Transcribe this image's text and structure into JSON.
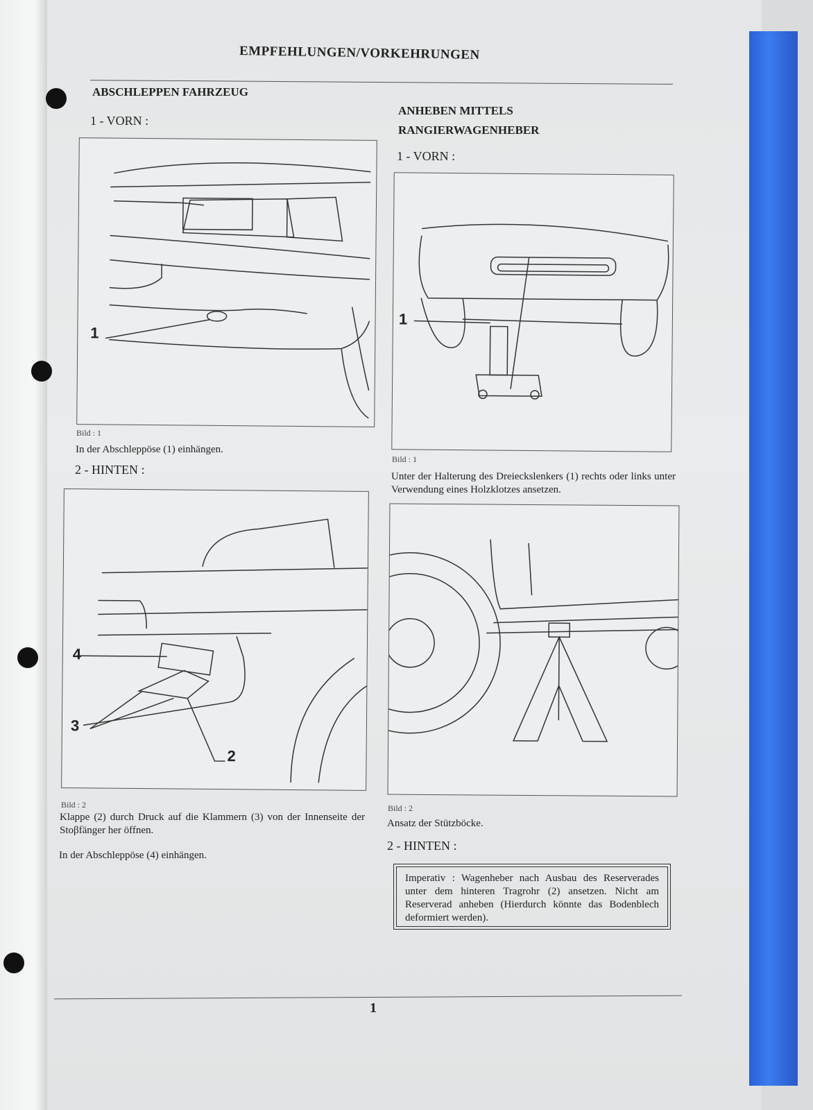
{
  "header": {
    "title": "EMPFEHLUNGEN/VORKEHRUNGEN"
  },
  "left": {
    "heading": "ABSCHLEPPEN FAHRZEUG",
    "front_label": "1 - VORN :",
    "fig1": {
      "caption": "Bild : 1",
      "callouts": [
        "1"
      ]
    },
    "text1": "In der Abschleppöse (1) einhängen.",
    "rear_label": "2 - HINTEN :",
    "fig2": {
      "caption": "Bild : 2",
      "callouts": [
        "4",
        "3",
        "2"
      ]
    },
    "text2": "Klappe (2) durch Druck auf die Klammern (3) von der Innenseite der Stoβfänger her öffnen.",
    "text3": "In der Abschleppöse (4) einhängen."
  },
  "right": {
    "heading_line1": "ANHEBEN MITTELS",
    "heading_line2": "RANGIERWAGENHEBER",
    "front_label": "1 - VORN :",
    "fig1": {
      "caption": "Bild : 1",
      "callouts": [
        "1"
      ]
    },
    "text1": "Unter der Halterung des Dreieckslenkers (1) rechts oder links unter Verwendung eines Holzklotzes ansetzen.",
    "fig2": {
      "caption": "Bild : 2"
    },
    "text2": "Ansatz der Stützböcke.",
    "rear_label": "2 - HINTEN :",
    "note": "Imperativ : Wagenheber nach Ausbau des Reserverades unter dem hinteren Tragrohr (2) ansetzen. Nicht am Reserverad anheben (Hierdurch könnte das Bodenblech deformiert werden)."
  },
  "footer": {
    "page_number": "1"
  }
}
